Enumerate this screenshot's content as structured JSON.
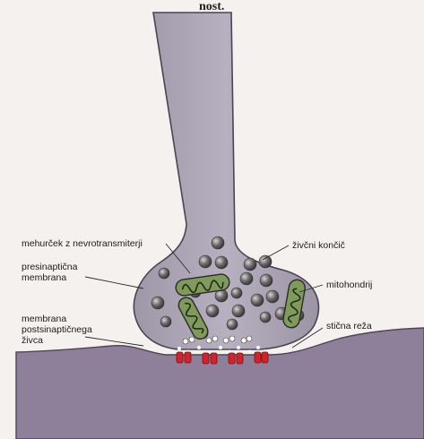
{
  "page_top_text": "nost.",
  "labels": {
    "vesicle": "mehurček z nevrotransmiterji",
    "presynaptic_line1": "presinaptična",
    "presynaptic_line2": "membrana",
    "postsynaptic_line1": "membrana",
    "postsynaptic_line2": "postsinaptičnega",
    "postsynaptic_line3": "živca",
    "nerve_ending": "živčni končič",
    "mitochondrion": "mitohondrij",
    "synaptic_cleft": "stična reža"
  },
  "colors": {
    "neuron_fill": "#a9a2b2",
    "neuron_stroke": "#4a4550",
    "postsynaptic_fill": "#8e7f9a",
    "vesicle_fill": "#6d6a6c",
    "mitochondrion_fill": "#7f9a5a",
    "receptor_red": "#d0242a",
    "background": "#f4f1ee"
  }
}
